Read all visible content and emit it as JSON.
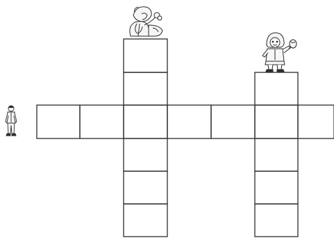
{
  "puzzle": {
    "type": "crossword-grid",
    "across_word_cells": 7,
    "down_word_1_cells": 6,
    "down_word_2_cells": 5,
    "blank": true
  },
  "figures": [
    {
      "name": "boy-standing-figure",
      "description_icon": "person-icon"
    },
    {
      "name": "person-with-stethoscope-figure",
      "description_icon": "doctor-icon"
    },
    {
      "name": "girl-with-maraca-figure",
      "description_icon": "girl-icon"
    }
  ],
  "colors": {
    "grid_line": "#3a3a3a",
    "background": "#ffffff",
    "figure_line": "#2b2b2b",
    "figure_fill": "#f6f6f6"
  }
}
